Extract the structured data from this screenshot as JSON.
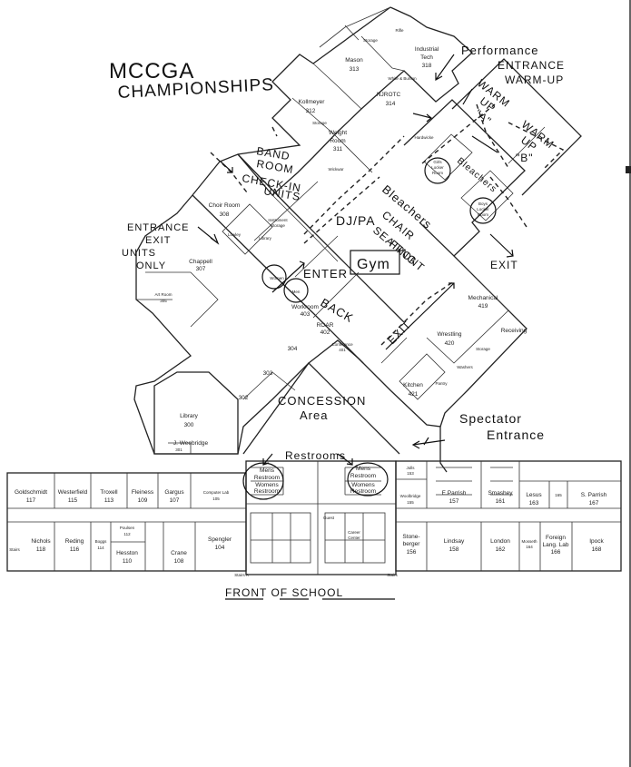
{
  "annotations": {
    "title_line1": "MCCGA",
    "title_line2": "CHAMPIONSHIPS",
    "performance_entrance": "Performance",
    "performance_entrance2": "ENTRANCE",
    "warm_up_label": "WARM-UP",
    "warm_up_a1": "WARM",
    "warm_up_a2": "UP",
    "warm_up_a3": "\"A\"",
    "warm_up_b1": "WARM",
    "warm_up_b2": "UP",
    "warm_up_b3": "\"B\"",
    "band_room1": "BAND",
    "band_room2": "ROOM",
    "check_in1": "CHECK-IN",
    "check_in2": "UNITS",
    "entrance_exit1": "ENTRANCE",
    "entrance_exit2": "EXIT",
    "entrance_exit3": "UNITS",
    "entrance_exit4": "ONLY",
    "dj_pa": "DJ/PA",
    "bleachers": "Bleachers",
    "bleachers_small": "Bleachers",
    "chair_seating1": "CHAIR",
    "chair_seating2": "SEATING",
    "chair_seating3": "FRONT",
    "enter": "ENTER",
    "gym": "Gym",
    "back": "BACK",
    "exit_right": "EXIT",
    "exit_diag": "EXIT",
    "concession1": "CONCESSION",
    "concession2": "Area",
    "spectator1": "Spectator",
    "spectator2": "Entrance",
    "restrooms": "Restrooms",
    "front_of_school": "FRONT  OF  SCHOOL"
  },
  "rooms": {
    "r318a": "Rifle",
    "r318b": "Industrial",
    "r318c": "Tech",
    "r318d": "318",
    "storage_top": "Storage",
    "mason": "Mason",
    "mason_num": "313",
    "white_bunton": "White & Bunton",
    "njrotc": "NJROTC",
    "njrotc_num": "314",
    "kollmeyer": "Kollmeyer",
    "kollmeyer_num": "312",
    "weight1": "Weight",
    "weight2": "Room",
    "weight_num": "311",
    "storage2": "Storage",
    "hardwicke": "Hardwicke",
    "girls_locker1": "Girls",
    "girls_locker2": "Locker",
    "girls_locker3": "Room",
    "boys_locker1": "Boys",
    "boys_locker2": "Locker",
    "boys_locker3": "Room",
    "wickwar": "Wickwar",
    "choir1": "Choir Room",
    "choir_num": "308",
    "instrument1": "Instrument",
    "instrument2": "Storage",
    "lowley": "Lowley",
    "library_small": "Library",
    "chappell": "Chappell",
    "chappell_num": "307",
    "artroom": "Art Room",
    "artroom_num": "305",
    "women": "Women",
    "men": "Men",
    "workroom": "Workroom",
    "workroom_num": "403",
    "roar": "ROAR",
    "roar_num": "402",
    "conference": "Conference",
    "conference_num": "401",
    "mechanical": "Mechanical",
    "mechanical_num": "419",
    "receiving": "Receiving",
    "wrestling": "Wrestling",
    "wrestling_num": "420",
    "storage3": "Storage",
    "kitchen": "Kitchen",
    "kitchen_num": "421",
    "pantry": "Pantry",
    "washers": "Washers",
    "r304": "304",
    "r303": "303",
    "r302": "302",
    "library": "Library",
    "library_num": "300",
    "j_weebridge": "J. Weebridge",
    "r301": "301",
    "goldschmidt": "Goldschmidt",
    "goldschmidt_num": "117",
    "westerfield": "Westerfield",
    "westerfield_num": "115",
    "troxell": "Troxell",
    "troxell_num": "113",
    "fleiness": "Fleiness",
    "fleiness_num": "109",
    "gargus": "Gargus",
    "gargus_num": "107",
    "computer_lab": "Computer Lab",
    "computer_lab_num": "105",
    "mens_restroom1": "Mens",
    "mens_restroom2": "Restroom",
    "womens_restroom1": "Womens",
    "womens_restroom2": "Restroom",
    "nichols": "Nichols",
    "nichols_num": "118",
    "reding": "Reding",
    "reding_num": "116",
    "boggs": "Boggs",
    "boggs_num": "114",
    "poulsen": "Poulsen",
    "poulsen_num": "112",
    "hesston": "Hesston",
    "hesston_num": "110",
    "crane": "Crane",
    "crane_num": "108",
    "spengler": "Spengler",
    "spengler_num": "104",
    "stairs": "Stairs",
    "stairs_a": "Stairs  A",
    "stairs_b": "Stairs",
    "jolls": "Jolls",
    "jolls_num": "153",
    "woolbridge": "Woolbridge",
    "woolbridge_num": "155",
    "e_parrish": "E.Parrish",
    "e_parrish_num": "157",
    "smashey": "Smashey",
    "smashey_num": "161",
    "lesus": "Lesus",
    "lesus_num": "163",
    "r165": "165",
    "s_parrish": "S. Parrish",
    "s_parrish_num": "167",
    "stoneberger1": "Stone-",
    "stoneberger2": "berger",
    "stoneberger_num": "156",
    "lindsay": "Lindsay",
    "lindsay_num": "158",
    "london": "London",
    "london_num": "162",
    "mosseth": "Mosseth",
    "mosseth_num": "164",
    "foreign1": "Foreign",
    "foreign2": "Lang. Lab",
    "foreign_num": "166",
    "ipock": "Ipock",
    "ipock_num": "168",
    "career1": "Career",
    "career2": "Center",
    "guest": "Guest"
  }
}
